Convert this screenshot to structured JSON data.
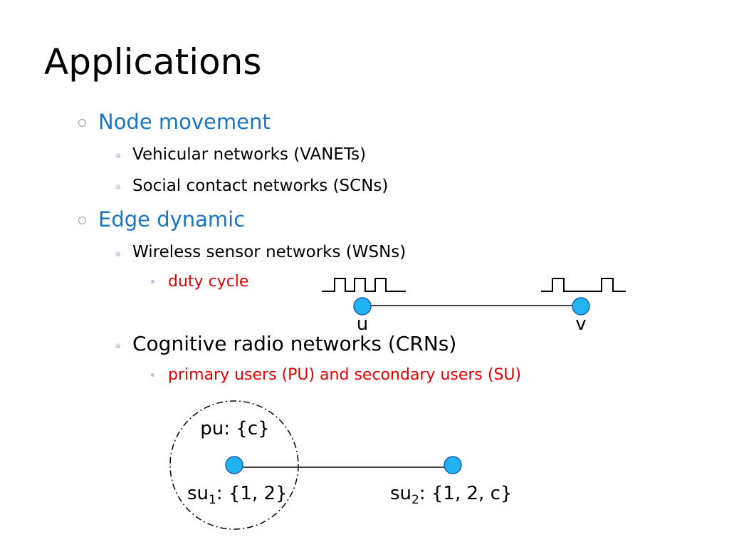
{
  "slide": {
    "title": "Applications",
    "sections": [
      {
        "label": "Node movement",
        "items": [
          {
            "label": "Vehicular networks (VANETs)"
          },
          {
            "label": "Social contact networks (SCNs)"
          }
        ]
      },
      {
        "label": "Edge dynamic",
        "items": [
          {
            "label": "Wireless sensor networks (WSNs)",
            "sub": [
              "duty cycle"
            ]
          },
          {
            "label": "Cognitive radio networks (CRNs)",
            "sub": [
              "primary users (PU) and secondary users (SU)"
            ]
          }
        ]
      }
    ]
  },
  "diagram_top": {
    "node_u": "u",
    "node_v": "v"
  },
  "diagram_bottom": {
    "pu_label": "pu: {c}",
    "su1": {
      "name": "su",
      "subscript": "1",
      "channels": ": {1, 2}"
    },
    "su2": {
      "name": "su",
      "subscript": "2",
      "channels": ": {1, 2, c}"
    }
  },
  "colors": {
    "heading_blue": "#1a75c2",
    "highlight_red": "#e60000",
    "node_fill": "#1fb4f0",
    "node_stroke": "#1a5fb4"
  }
}
